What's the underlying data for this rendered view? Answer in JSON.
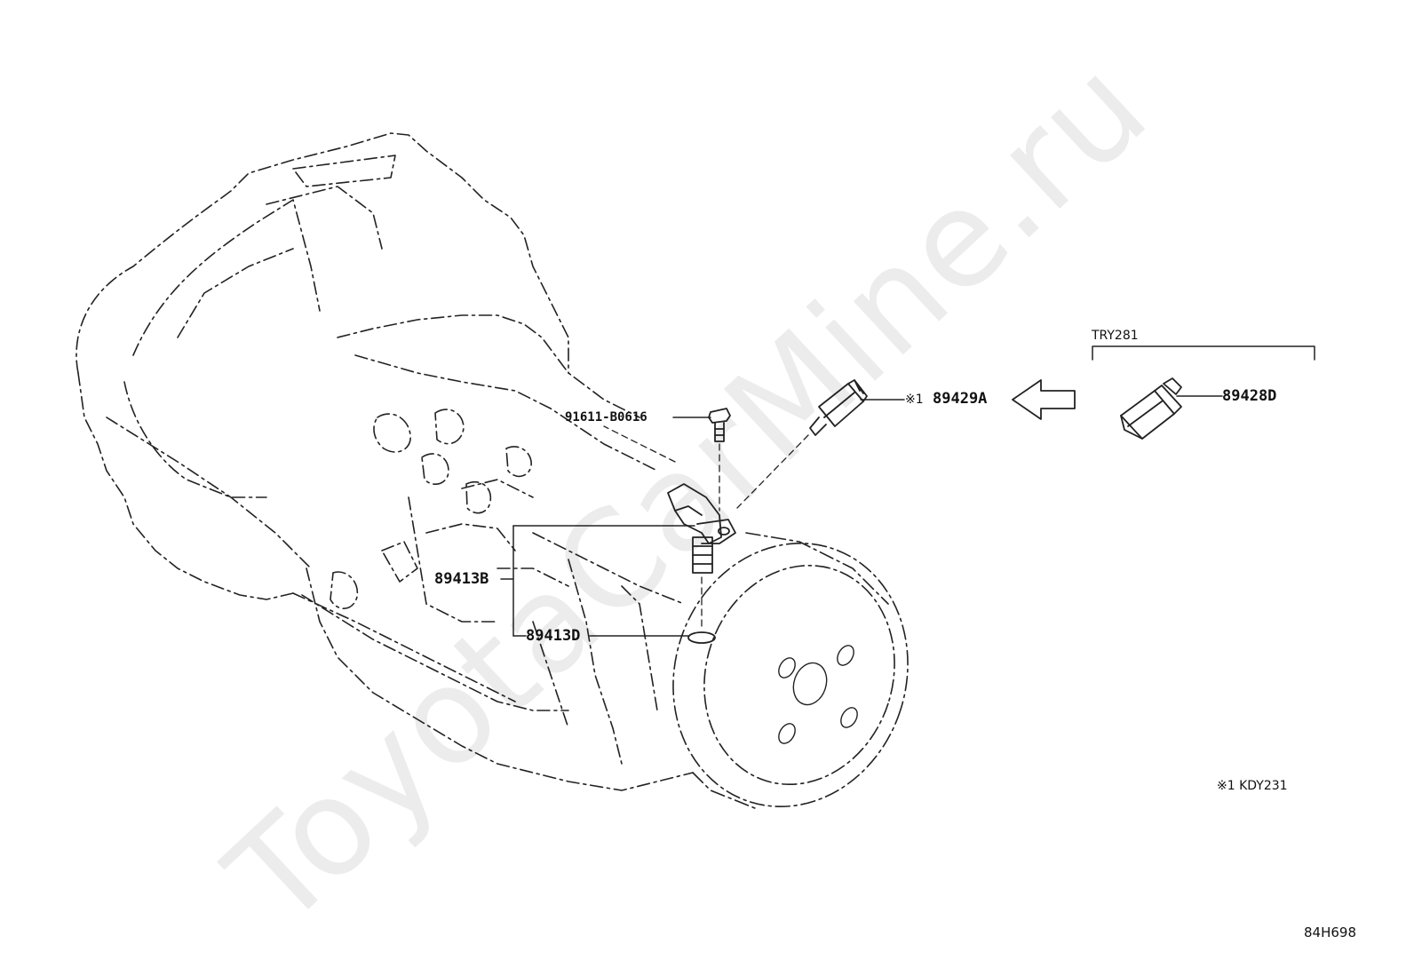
{
  "watermark": "ToyotaCarMine.ru",
  "diagram_code": "84H698",
  "parts": {
    "bolt": "91611-B0616",
    "speed_sensor": "89413B",
    "o_ring": "89413D",
    "switch_kdy": "89429A",
    "switch_try": "89428D"
  },
  "notes": {
    "try_group": "TRY281",
    "marker_1": "※1",
    "kdy_note": "※1 KDY231"
  }
}
